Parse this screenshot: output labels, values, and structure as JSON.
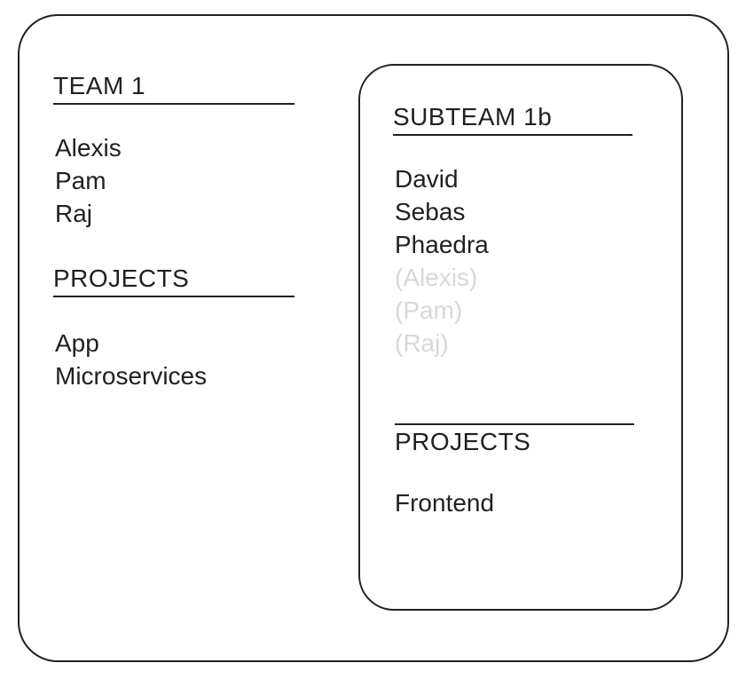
{
  "colors": {
    "text": "#212121",
    "border": "#212121",
    "inherited_text": "#d8d8d8",
    "background": "#ffffff"
  },
  "team_panel": {
    "title": "TEAM 1",
    "members": [
      "Alexis",
      "Pam",
      "Raj"
    ],
    "projects_title": "PROJECTS",
    "projects": [
      "App",
      "Microservices"
    ]
  },
  "subteam_panel": {
    "title": "SUBTEAM 1b",
    "members": [
      "David",
      "Sebas",
      "Phaedra"
    ],
    "inherited_members": [
      "(Alexis)",
      "(Pam)",
      "(Raj)"
    ],
    "projects_title": "PROJECTS",
    "projects": [
      "Frontend"
    ]
  }
}
